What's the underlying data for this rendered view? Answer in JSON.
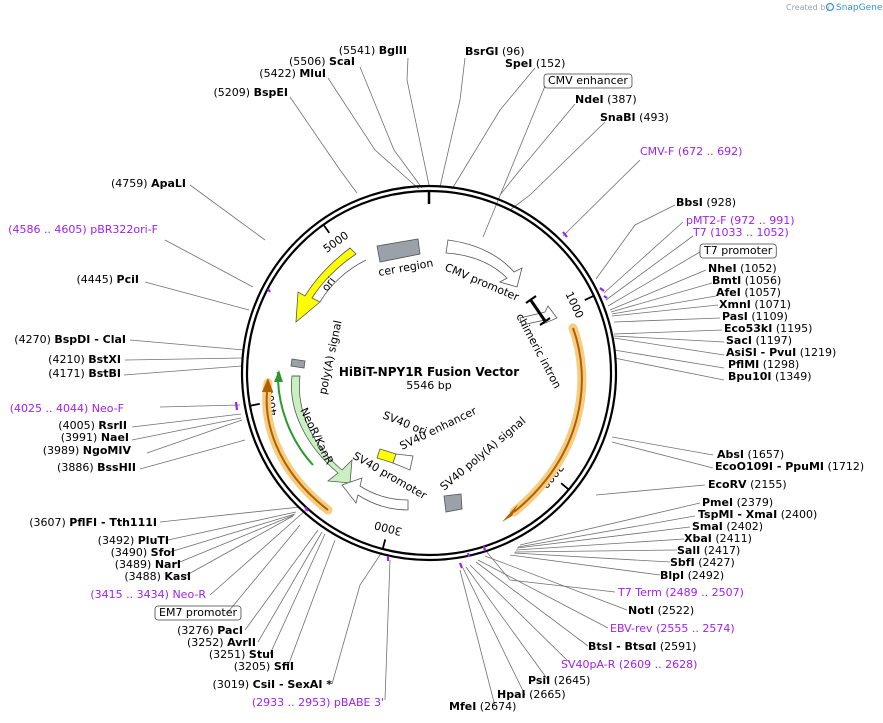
{
  "header": {
    "created_by": "Created by",
    "brand": "SnapGene",
    "brand_icon": "snapgene-logo-icon",
    "brand_color": "#3a8fd6"
  },
  "plasmid": {
    "name": "HiBiT-NPY1R Fusion Vector",
    "size": "5546 bp"
  },
  "ticks": [
    {
      "bp": 1000,
      "label": "1000"
    },
    {
      "bp": 2000,
      "label": "2000"
    },
    {
      "bp": 3000,
      "label": "3000"
    },
    {
      "bp": 4000,
      "label": "4000"
    },
    {
      "bp": 5000,
      "label": "5000"
    }
  ],
  "colors": {
    "primer": "#a020f0",
    "ori": "#ffff00",
    "neo": "#c8f0c0",
    "cds_orange": "#f0a020",
    "grey_feature": "#9aa1a8"
  },
  "labels": [
    {
      "name": "BglII",
      "pos": "(5541)"
    },
    {
      "name": "ScaI",
      "pos": "(5506)"
    },
    {
      "name": "MluI",
      "pos": "(5422)"
    },
    {
      "name": "BspEI",
      "pos": "(5209)"
    },
    {
      "name": "BsrGI",
      "pos": "(96)"
    },
    {
      "name": "SpeI",
      "pos": "(152)"
    },
    {
      "name": "CMV enhancer",
      "pos": "",
      "boxed": true
    },
    {
      "name": "NdeI",
      "pos": "(387)"
    },
    {
      "name": "SnaBI",
      "pos": "(493)"
    },
    {
      "name": "CMV-F",
      "pos": "(672 .. 692)",
      "primer": true
    },
    {
      "name": "ApaLI",
      "pos": "(4759)"
    },
    {
      "name": "BbsI",
      "pos": "(928)"
    },
    {
      "name": "pMT2-F",
      "pos": "(972 .. 991)",
      "primer": true
    },
    {
      "name": "T7",
      "pos": "(1033 .. 1052)",
      "primer": true
    },
    {
      "name": "T7 promoter",
      "pos": "",
      "boxed": true
    },
    {
      "name": "pBR322ori-F",
      "pos": "(4586 .. 4605)",
      "primer": true
    },
    {
      "name": "PciI",
      "pos": "(4445)"
    },
    {
      "name": "NheI",
      "pos": "(1052)"
    },
    {
      "name": "BmtI",
      "pos": "(1056)"
    },
    {
      "name": "AfeI",
      "pos": "(1057)"
    },
    {
      "name": "XmnI",
      "pos": "(1071)"
    },
    {
      "name": "PasI",
      "pos": "(1109)"
    },
    {
      "name": "Eco53kI",
      "pos": "(1195)"
    },
    {
      "name": "SacI",
      "pos": "(1197)"
    },
    {
      "name": "AsiSI - PvuI",
      "pos": "(1219)"
    },
    {
      "name": "PflMI",
      "pos": "(1298)"
    },
    {
      "name": "Bpu10I",
      "pos": "(1349)"
    },
    {
      "name": "BspDI - ClaI",
      "pos": "(4270)"
    },
    {
      "name": "BstXI",
      "pos": "(4210)"
    },
    {
      "name": "BstBI",
      "pos": "(4171)"
    },
    {
      "name": "Neo-F",
      "pos": "(4025 .. 4044)",
      "primer": true
    },
    {
      "name": "RsrII",
      "pos": "(4005)"
    },
    {
      "name": "NaeI",
      "pos": "(3991)"
    },
    {
      "name": "NgoMIV",
      "pos": "(3989)"
    },
    {
      "name": "BssHII",
      "pos": "(3886)"
    },
    {
      "name": "AbsI",
      "pos": "(1657)"
    },
    {
      "name": "EcoO109I - PpuMI",
      "pos": "(1712)"
    },
    {
      "name": "EcoRV",
      "pos": "(2155)"
    },
    {
      "name": "PmeI",
      "pos": "(2379)"
    },
    {
      "name": "TspMI - XmaI",
      "pos": "(2400)"
    },
    {
      "name": "SmaI",
      "pos": "(2402)"
    },
    {
      "name": "XbaI",
      "pos": "(2411)"
    },
    {
      "name": "SalI",
      "pos": "(2417)"
    },
    {
      "name": "SbfI",
      "pos": "(2427)"
    },
    {
      "name": "BlpI",
      "pos": "(2492)"
    },
    {
      "name": "T7 Term",
      "pos": "(2489 .. 2507)",
      "primer": true
    },
    {
      "name": "NotI",
      "pos": "(2522)"
    },
    {
      "name": "EBV-rev",
      "pos": "(2555 .. 2574)",
      "primer": true
    },
    {
      "name": "BtsI - BtsαI",
      "pos": "(2591)"
    },
    {
      "name": "SV40pA-R",
      "pos": "(2609 .. 2628)",
      "primer": true
    },
    {
      "name": "PsiI",
      "pos": "(2645)"
    },
    {
      "name": "HpaI",
      "pos": "(2665)"
    },
    {
      "name": "MfeI",
      "pos": "(2674)"
    },
    {
      "name": "PflFI - Tth111I",
      "pos": "(3607)"
    },
    {
      "name": "PluTI",
      "pos": "(3492)"
    },
    {
      "name": "SfoI",
      "pos": "(3490)"
    },
    {
      "name": "NarI",
      "pos": "(3489)"
    },
    {
      "name": "KasI",
      "pos": "(3488)"
    },
    {
      "name": "Neo-R",
      "pos": "(3415 .. 3434)",
      "primer": true
    },
    {
      "name": "EM7 promoter",
      "pos": "",
      "boxed": true
    },
    {
      "name": "PacI",
      "pos": "(3276)"
    },
    {
      "name": "AvrII",
      "pos": "(3252)"
    },
    {
      "name": "StuI",
      "pos": "(3251)"
    },
    {
      "name": "SfiI",
      "pos": "(3205)"
    },
    {
      "name": "CsiI - SexAI *",
      "pos": "(3019)"
    },
    {
      "name": "pBABE 3'",
      "pos": "(2933 .. 2953)",
      "primer": true
    }
  ],
  "features": [
    {
      "key": "ori",
      "label": "ori"
    },
    {
      "key": "cer",
      "label": "cer region"
    },
    {
      "key": "cmv",
      "label": "CMV promoter"
    },
    {
      "key": "intron",
      "label": "chimeric intron"
    },
    {
      "key": "polyA",
      "label": "poly(A) signal"
    },
    {
      "key": "neo",
      "label": "NeoR/KanR"
    },
    {
      "key": "sv40ori",
      "label": "SV40 ori"
    },
    {
      "key": "sv40enh",
      "label": "SV40 enhancer"
    },
    {
      "key": "sv40prom",
      "label": "SV40 promoter"
    },
    {
      "key": "sv40pa",
      "label": "SV40 poly(A) signal"
    }
  ]
}
